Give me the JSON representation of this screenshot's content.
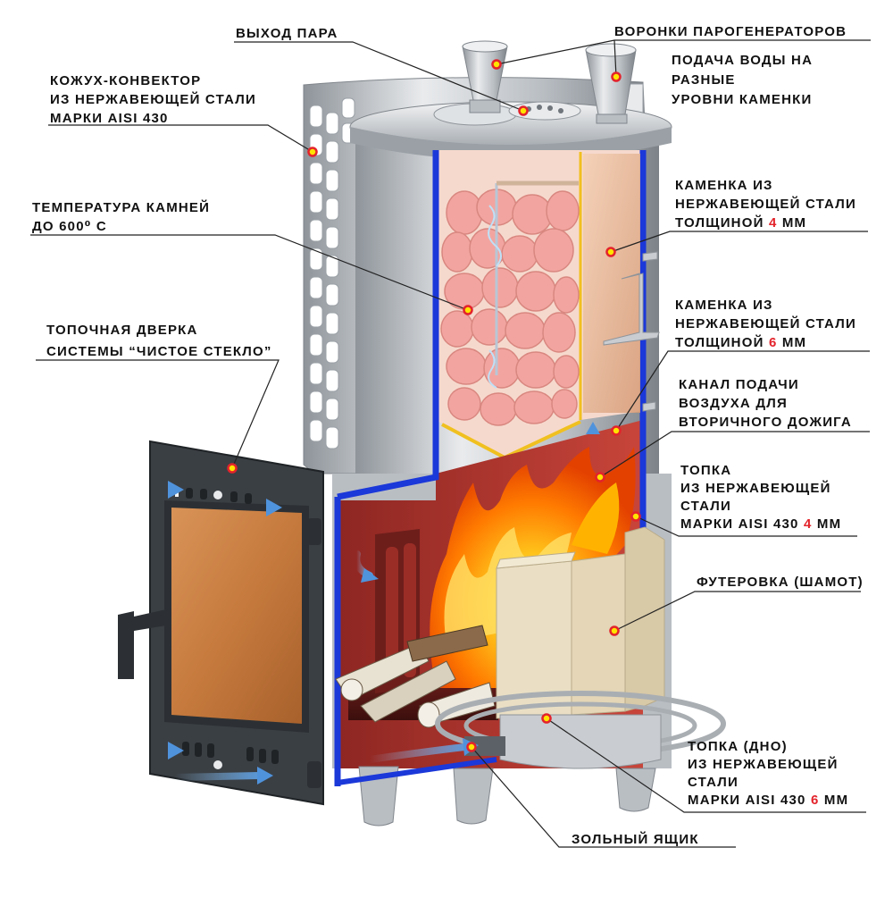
{
  "colors": {
    "text": "#111111",
    "accent": "#e3232b",
    "leader": "#222222",
    "marker_fill": "#ffe400",
    "marker_ring": "#e3232b",
    "steel": "#c9ccd0",
    "insulation": "#1b38d9",
    "fire": "#ff8a00",
    "stone": "#f2a5a0",
    "chamotte": "#e9dcc0",
    "glass": "#c47a42",
    "air": "#7fb6e8"
  },
  "labels": {
    "steam_exit": "ВЫХОД ПАРА",
    "generator_funnels": "ВОРОНКИ ПАРОГЕНЕРАТОРОВ",
    "water_supply": [
      "ПОДАЧА ВОДЫ НА",
      "РАЗНЫЕ",
      "УРОВНИ КАМЕНКИ"
    ],
    "casing": [
      "КОЖУХ-КОНВЕКТОР",
      "ИЗ НЕРЖАВЕЮЩЕЙ СТАЛИ",
      "МАРКИ AISI 430"
    ],
    "stone_temp": [
      "ТЕМПЕРАТУРА КАМНЕЙ",
      "ДО 600⁰ С"
    ],
    "door": [
      "ТОПОЧНАЯ ДВЕРКА",
      "СИСТЕМЫ “ЧИСТОЕ СТЕКЛО”"
    ],
    "heater4": {
      "l1": "КАМЕНКА ИЗ",
      "l2": "НЕРЖАВЕЮЩЕЙ СТАЛИ",
      "pre": "ТОЛЩИНОЙ ",
      "num": "4",
      "post": " ММ"
    },
    "heater6": {
      "l1": "КАМЕНКА ИЗ",
      "l2": "НЕРЖАВЕЮЩЕЙ СТАЛИ",
      "pre": "ТОЛЩИНОЙ ",
      "num": "6",
      "post": " ММ"
    },
    "air_channel": [
      "КАНАЛ ПОДАЧИ",
      "ВОЗДУХА ДЛЯ",
      "ВТОРИЧНОГО ДОЖИГА"
    ],
    "firebox": {
      "l1": "ТОПКА",
      "l2": "ИЗ НЕРЖАВЕЮЩЕЙ",
      "l3": "СТАЛИ",
      "pre": "МАРКИ AISI 430 ",
      "num": "4",
      "post": " ММ"
    },
    "lining": "ФУТЕРОВКА (ШАМОТ)",
    "firebox_bottom": {
      "l1": "ТОПКА (ДНО)",
      "l2": "ИЗ НЕРЖАВЕЮЩЕЙ",
      "l3": "СТАЛИ",
      "pre": "МАРКИ AISI 430 ",
      "num": "6",
      "post": " ММ"
    },
    "ash_box": "ЗОЛЬНЫЙ ЯЩИК"
  }
}
